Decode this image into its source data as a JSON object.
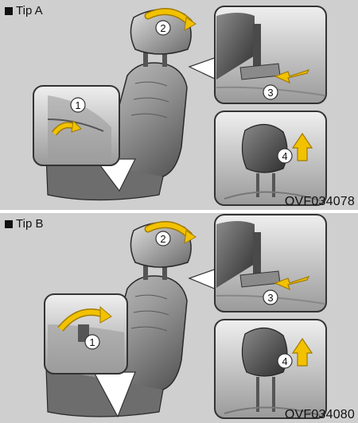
{
  "panels": [
    {
      "label": "Tip A",
      "code": "OVF034078",
      "callouts": [
        "1",
        "2",
        "3",
        "4"
      ]
    },
    {
      "label": "Tip B",
      "code": "OVF034080",
      "callouts": [
        "1",
        "2",
        "3",
        "4"
      ]
    }
  ],
  "colors": {
    "background": "#cfcfcf",
    "arrow_fill": "#f2c200",
    "arrow_outline": "#a07a00",
    "seat_dark": "#3a3a3a",
    "seat_light": "#bdbdbd"
  },
  "icons": [
    "bullet-square-icon",
    "curved-arrow-icon",
    "straight-arrow-icon"
  ]
}
